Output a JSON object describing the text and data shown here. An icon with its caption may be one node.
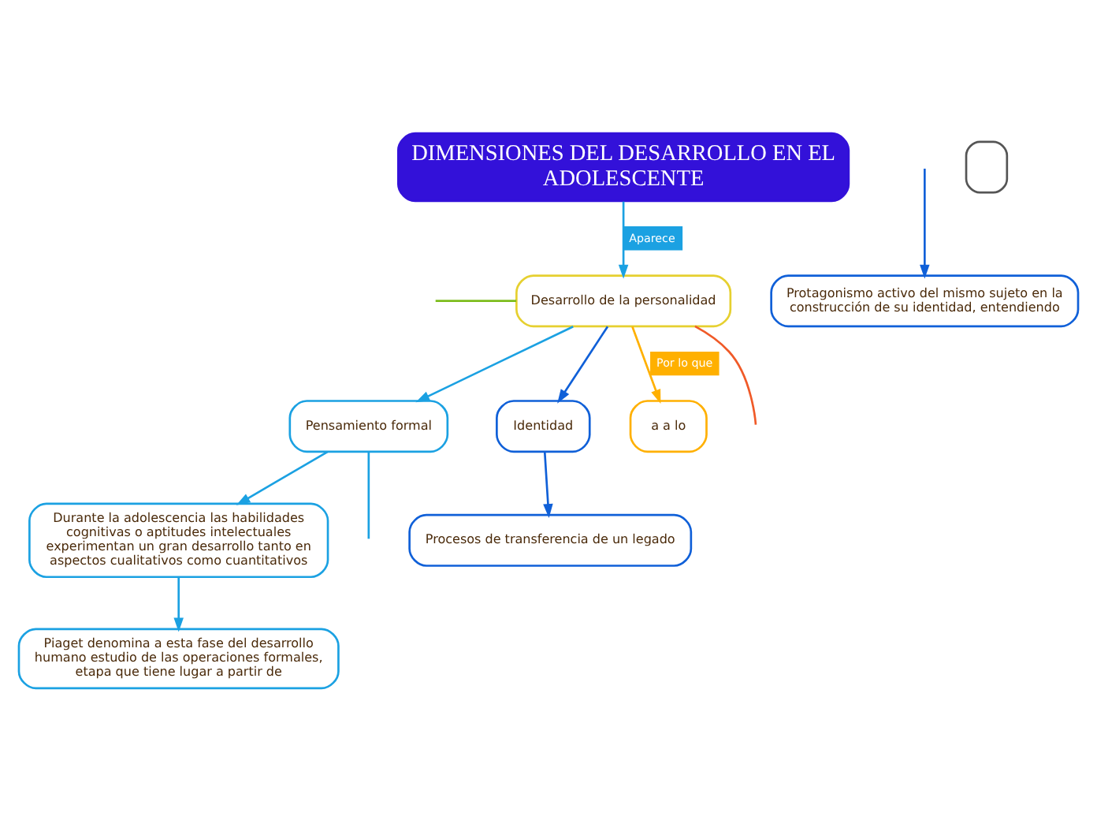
{
  "diagram": {
    "nodes": [
      {
        "text": [
          "DIMENSIONES DEL DESARROLLO EN EL ADOLESCENTE"
        ]
      },
      {
        "text": [
          "Desarrollo de la personalidad"
        ]
      },
      {
        "text": [
          "Pensamiento formal"
        ]
      },
      {
        "text": [
          "Durante la adolescencia las habilidades cognitivas o aptitudes intelectuales experimentan un gran desarrollo tanto en aspectos cualitativos como cuantitativos"
        ]
      },
      {
        "text": [
          "Piaget denomina a esta fase del desarrollo humano estudio de las operaciones formales, etapa que tiene lugar a partir de"
        ]
      },
      {
        "text": [
          "Identidad"
        ]
      },
      {
        "text": [
          "a a lo"
        ]
      },
      {
        "text": [
          "Procesos de transferencia de un legado"
        ]
      },
      {
        "text": [
          "Protagonismo activo del mismo sujeto en la construcción de su identidad, entendiendo"
        ]
      },
      {
        "text": [],
        "shape": "box"
      }
    ],
    "edges": [
      {
        "from": 0,
        "to": 1,
        "arrow": "to",
        "label": "Aparece"
      },
      {
        "from": 1,
        "to": null,
        "arrow": "none",
        "color": "#f05a28"
      },
      {
        "from": 1,
        "to": null,
        "arrow": "none",
        "color": "#7cbc1c"
      },
      {
        "from": 1,
        "to": 6,
        "arrow": "to",
        "label": "Por lo que",
        "color": "#ffb000"
      },
      {
        "from": 1,
        "to": 5,
        "arrow": "to",
        "color": "#1060d8"
      },
      {
        "from": 1,
        "to": 2,
        "arrow": "to"
      },
      {
        "from": 2,
        "to": null,
        "arrow": "none"
      },
      {
        "from": 2,
        "to": 3,
        "arrow": "to"
      },
      {
        "from": 3,
        "to": 4,
        "arrow": "to"
      },
      {
        "from": 5,
        "to": 7,
        "arrow": "to",
        "color": "#1060d8"
      },
      {
        "from": null,
        "to": 8,
        "arrow": "to",
        "color": "#1060d8"
      }
    ]
  }
}
